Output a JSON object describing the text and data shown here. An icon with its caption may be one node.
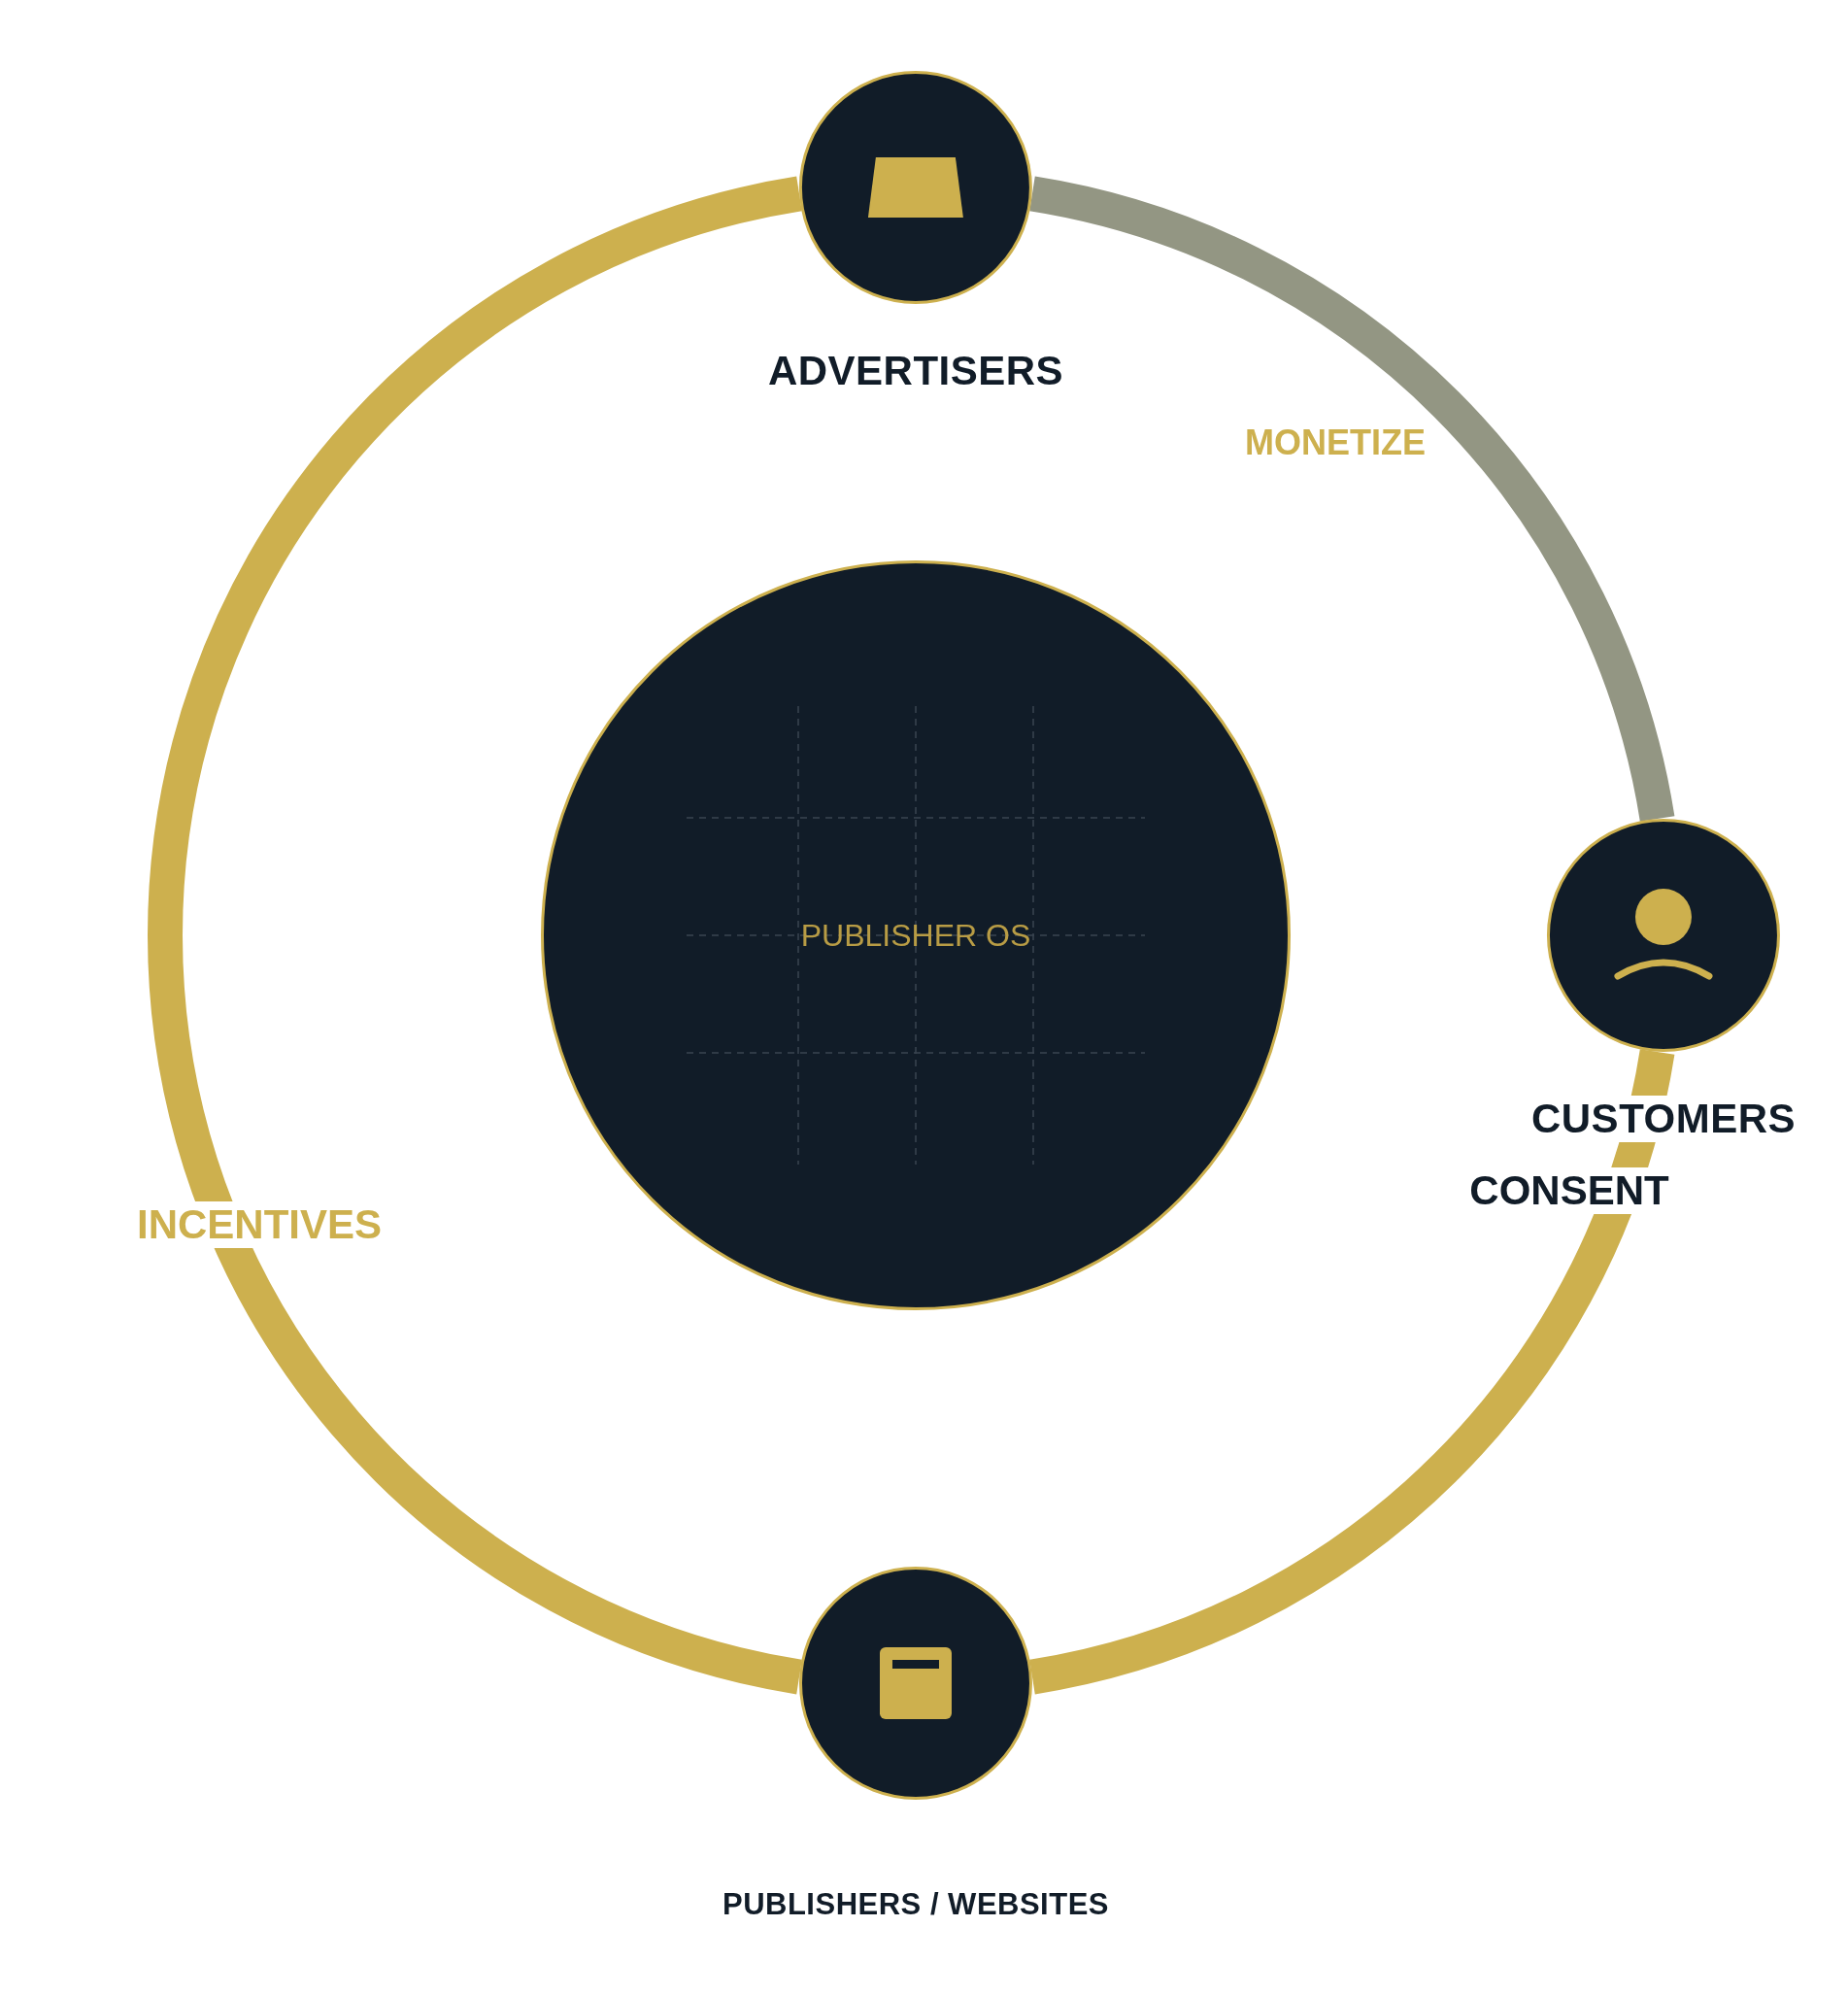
{
  "diagram": {
    "nodes": [
      {
        "text": [
          "ADVERTISERS"
        ]
      },
      {
        "text": [
          "CUSTOMERS"
        ]
      },
      {
        "text": [
          "PUBLISHERS / WEBSITES"
        ]
      },
      {
        "text": [
          "PUBLISHER OS"
        ]
      }
    ],
    "edges": [
      {
        "from": 0,
        "to": 1,
        "arrow": "none",
        "label": "MONETIZE",
        "color": "#939683"
      },
      {
        "from": 1,
        "to": 2,
        "arrow": "none",
        "label": "CONSENT"
      },
      {
        "from": 2,
        "to": 0,
        "arrow": "none",
        "label": "INCENTIVES"
      }
    ]
  }
}
